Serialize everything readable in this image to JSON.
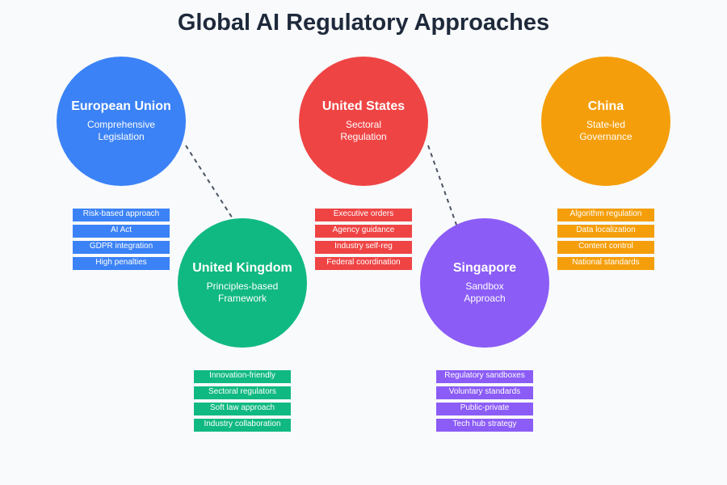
{
  "title": "Global AI Regulatory Approaches",
  "regions": [
    {
      "name": "European Union",
      "line1": "Comprehensive",
      "line2": "Legislation",
      "color": "#3b82f6",
      "tags": [
        "Risk-based approach",
        "AI Act",
        "GDPR integration",
        "High penalties"
      ]
    },
    {
      "name": "United States",
      "line1": "Sectoral",
      "line2": "Regulation",
      "color": "#ef4444",
      "tags": [
        "Executive orders",
        "Agency guidance",
        "Industry self-reg",
        "Federal coordination"
      ]
    },
    {
      "name": "China",
      "line1": "State-led",
      "line2": "Governance",
      "color": "#f59e0b",
      "tags": [
        "Algorithm regulation",
        "Data localization",
        "Content control",
        "National standards"
      ]
    },
    {
      "name": "United Kingdom",
      "line1": "Principles-based",
      "line2": "Framework",
      "color": "#10b981",
      "tags": [
        "Innovation-friendly",
        "Sectoral regulators",
        "Soft law approach",
        "Industry collaboration"
      ]
    },
    {
      "name": "Singapore",
      "line1": "Sandbox",
      "line2": "Approach",
      "color": "#8b5cf6",
      "tags": [
        "Regulatory sandboxes",
        "Voluntary standards",
        "Public-private",
        "Tech hub strategy"
      ]
    }
  ]
}
